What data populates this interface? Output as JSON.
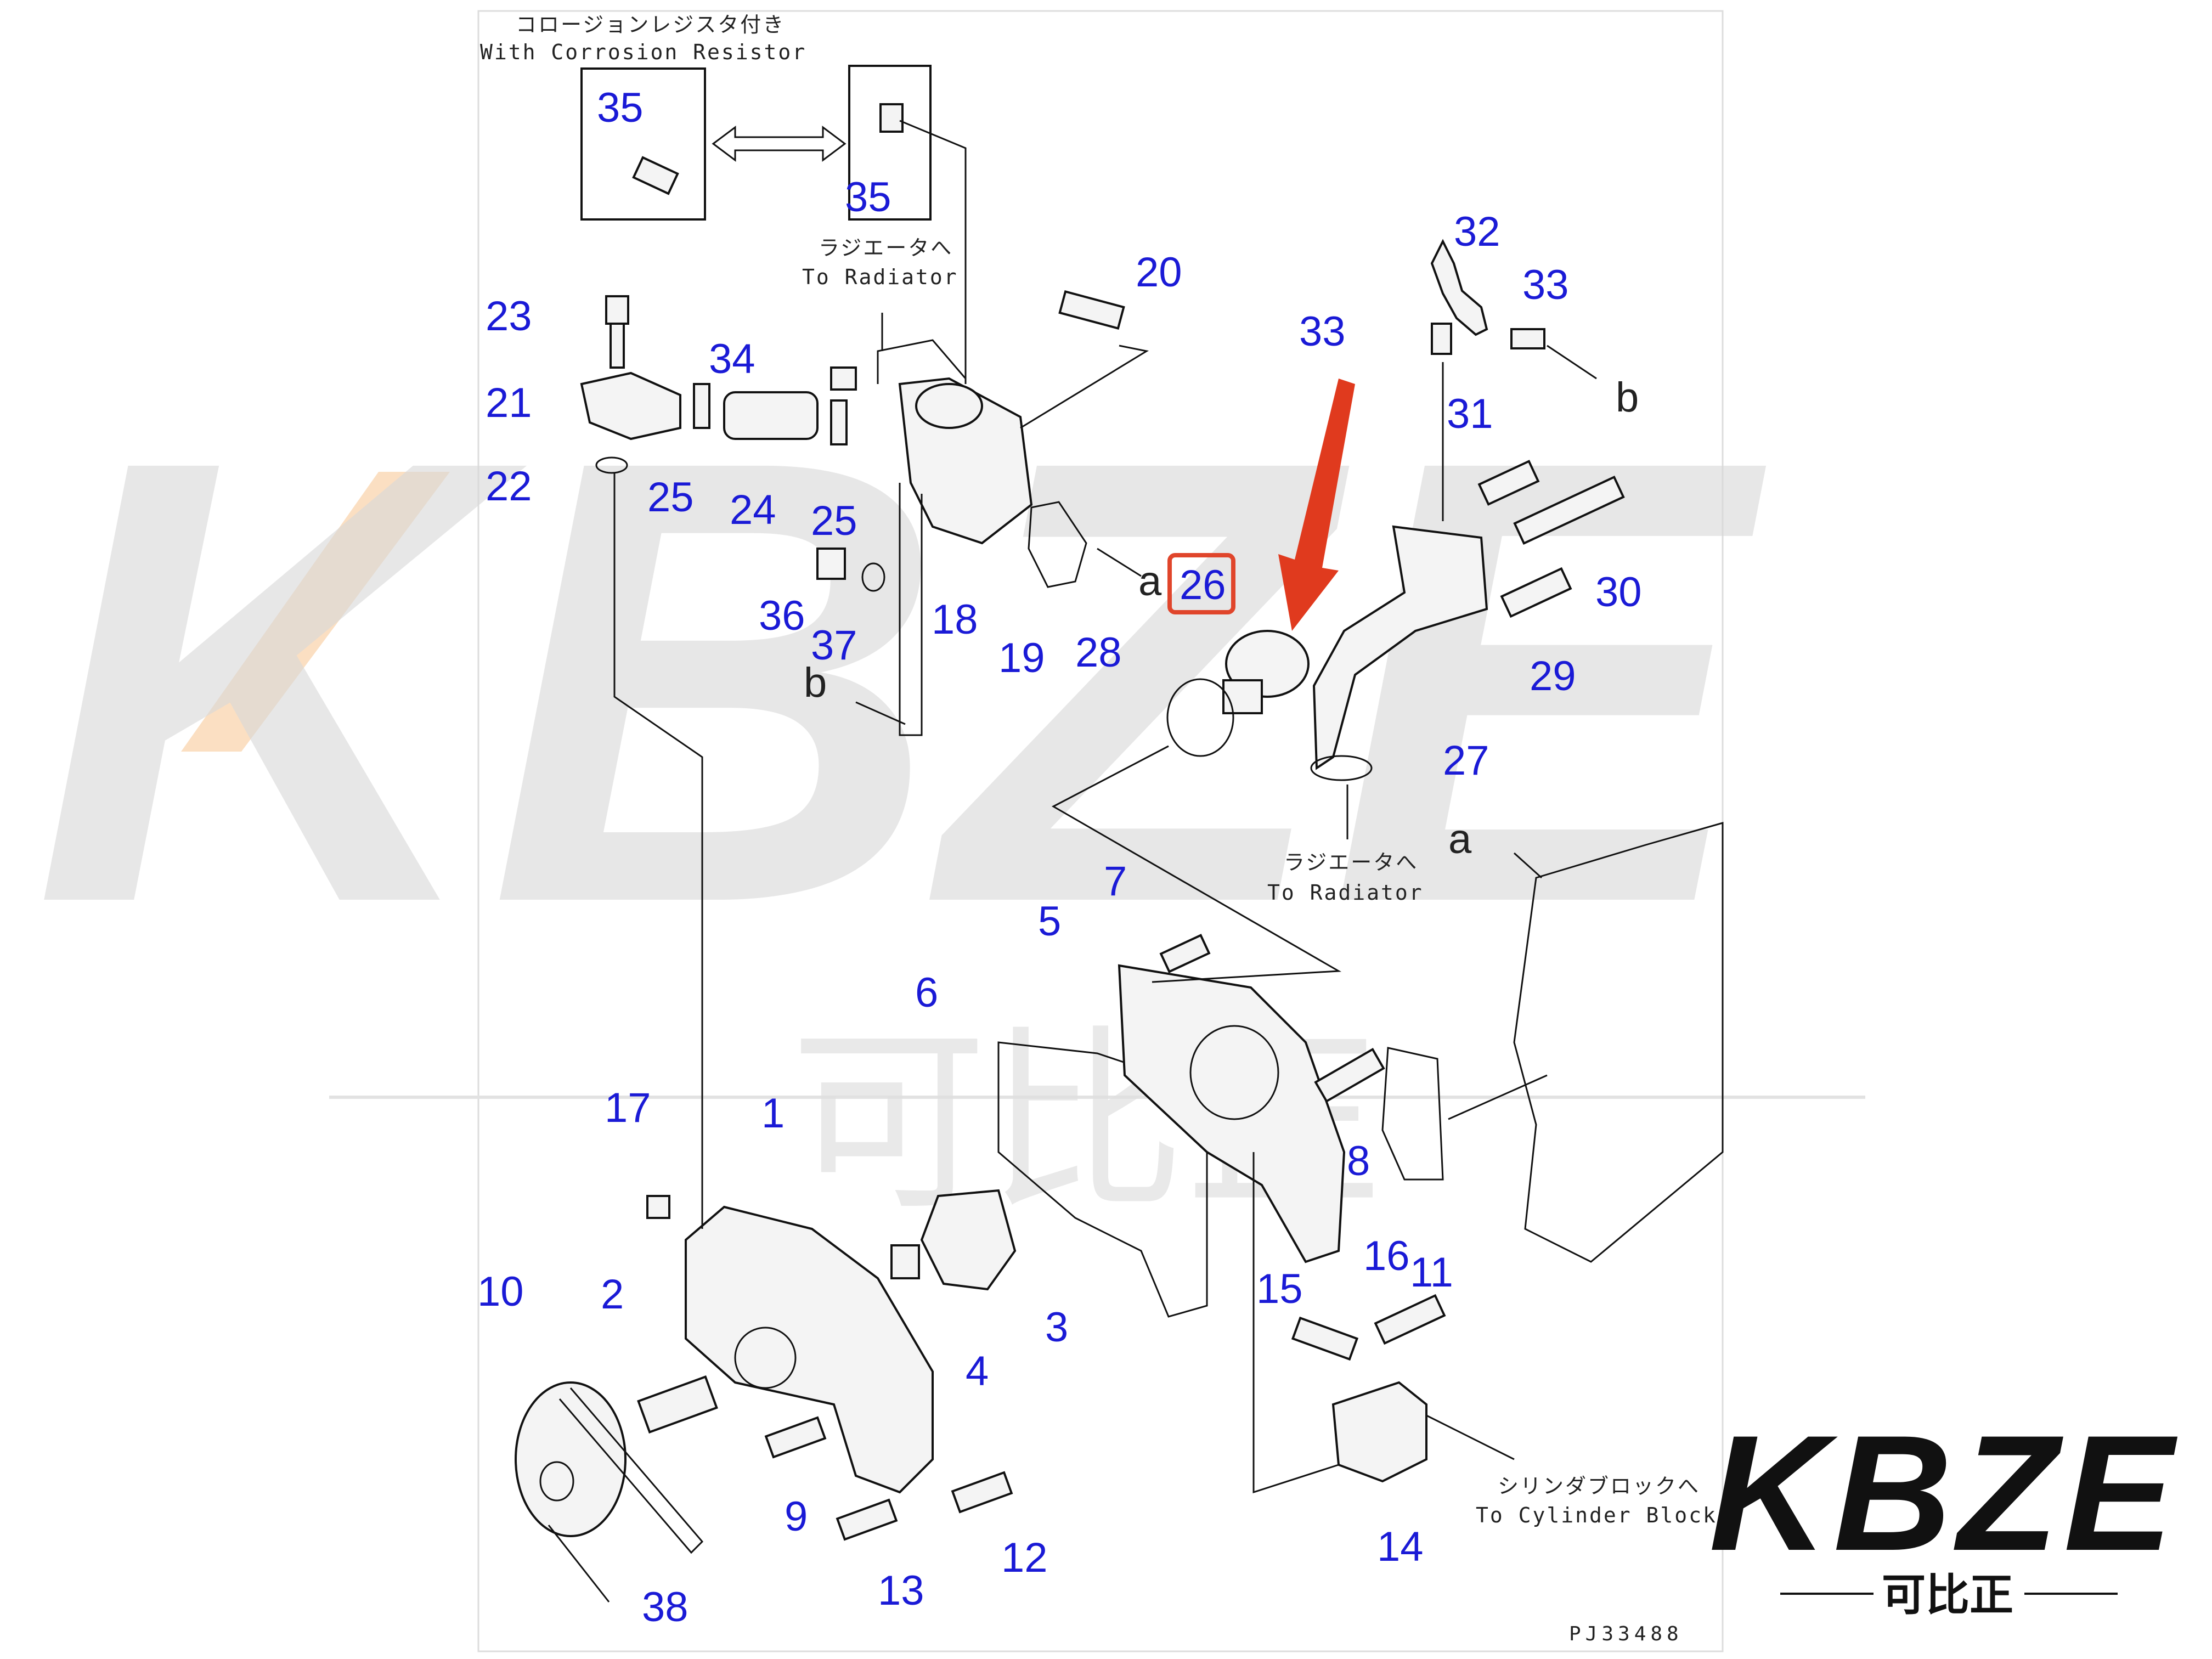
{
  "notes": {
    "corrosion_jp": "コロージョンレジスタ付き",
    "corrosion_en": "With Corrosion Resistor",
    "radiator_jp": "ラジエータへ",
    "radiator_en": "To Radiator",
    "radiator2_jp": "ラジエータへ",
    "radiator2_en": "To Radiator",
    "cylinder_jp": "シリンダブロックへ",
    "cylinder_en": "To Cylinder Block",
    "drawing_code": "PJ33488"
  },
  "reference_letters": {
    "a1": "a",
    "a2": "a",
    "b1": "b",
    "b2": "b"
  },
  "callouts": {
    "c1": "1",
    "c2": "2",
    "c3": "3",
    "c4": "4",
    "c5": "5",
    "c6": "6",
    "c7": "7",
    "c8": "8",
    "c9": "9",
    "c10": "10",
    "c11": "11",
    "c12": "12",
    "c13": "13",
    "c14": "14",
    "c15": "15",
    "c16": "16",
    "c17": "17",
    "c18": "18",
    "c19": "19",
    "c20": "20",
    "c21": "21",
    "c22": "22",
    "c23": "23",
    "c24": "24",
    "c25a": "25",
    "c25b": "25",
    "c26": "26",
    "c27": "27",
    "c28": "28",
    "c29": "29",
    "c30": "30",
    "c31": "31",
    "c32": "32",
    "c33a": "33",
    "c33b": "33",
    "c34": "34",
    "c35a": "35",
    "c35b": "35",
    "c36": "36",
    "c37": "37",
    "c38": "38"
  },
  "highlight": {
    "part": "26",
    "box_color": "#e0452b",
    "arrow_color": "#e03a1e"
  },
  "watermark": {
    "letters": "KBZE",
    "chinese": "可比正"
  },
  "logo": {
    "letters": "KBZE",
    "chinese": "可比正"
  },
  "colors": {
    "callout": "#1a1ad6",
    "line": "#111111",
    "watermark": "#d9d9d9",
    "watermark_accent": "#f7c58f"
  }
}
